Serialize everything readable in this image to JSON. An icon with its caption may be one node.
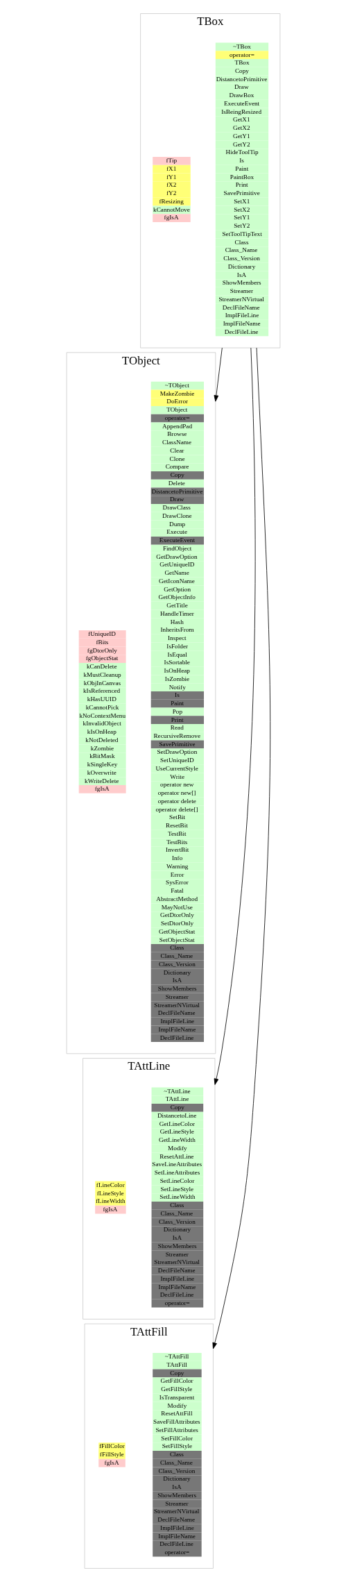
{
  "diagram": {
    "nodes": [
      {
        "text": [
          "TObject"
        ]
      },
      {
        "text": [
          "~TObject",
          "MakeZombie",
          "DoError",
          "TObject",
          "operator=",
          "AppendPad",
          "Browse",
          "ClassName",
          "Clear",
          "Clone",
          "Compare",
          "Copy",
          "Delete",
          "DistancetoPrimitive",
          "Draw",
          "DrawClass",
          "DrawClone",
          "Dump",
          "Execute",
          "ExecuteEvent",
          "FindObject",
          "GetDrawOption",
          "GetUniqueID",
          "GetName",
          "GetIconName",
          "GetOption",
          "GetObjectInfo",
          "GetTitle",
          "HandleTimer",
          "Hash",
          "InheritsFrom",
          "Inspect",
          "IsFolder",
          "IsEqual",
          "IsSortable",
          "IsOnHeap",
          "IsZombie",
          "Notify",
          "Is",
          "Paint",
          "Pop",
          "Print",
          "Read",
          "RecursiveRemove",
          "SavePrimitive",
          "SetDrawOption",
          "SetUniqueID",
          "UseCurrentStyle",
          "Write",
          "operator new",
          "operator new[]",
          "operator delete",
          "operator delete[]",
          "SetBit",
          "ResetBit",
          "TestBit",
          "TestBits",
          "InvertBit",
          "Info",
          "Warning",
          "Error",
          "SysError",
          "Fatal",
          "AbstractMethod",
          "MayNotUse",
          "GetDtorOnly",
          "SetDtorOnly",
          "GetObjectStat",
          "SetObjectStat",
          "Class",
          "Class_Name",
          "Class_Version",
          "Dictionary",
          "IsA",
          "ShowMembers",
          "Streamer",
          "StreamerNVirtual",
          "DeclFileName",
          "ImplFileLine",
          "ImplFileName",
          "DeclFileLine"
        ],
        "in": 0
      },
      {
        "text": [
          "fUniqueID",
          "fBits",
          "fgDtorOnly",
          "fgObjectStat",
          "kCanDelete",
          "kMustCleanup",
          "kObjInCanvas",
          "kIsReferenced",
          "kHasUUID",
          "kCannotPick",
          "kNoContextMenu",
          "kInvalidObject",
          "kIsOnHeap",
          "kNotDeleted",
          "kZombie",
          "kBitMask",
          "kSingleKey",
          "kOverwrite",
          "kWriteDelete",
          "fgIsA"
        ],
        "in": 0
      },
      {
        "text": [
          "TBox"
        ]
      },
      {
        "text": [
          "~TBox",
          "operator=",
          "TBox",
          "Copy",
          "DistancetoPrimitive",
          "Draw",
          "DrawBox",
          "ExecuteEvent",
          "IsBeingResized",
          "GetX1",
          "GetX2",
          "GetY1",
          "GetY2",
          "HideToolTip",
          "Is",
          "Paint",
          "PaintBox",
          "Print",
          "SavePrimitive",
          "SetX1",
          "SetX2",
          "SetY1",
          "SetY2",
          "SetToolTipText",
          "Class",
          "Class_Name",
          "Class_Version",
          "Dictionary",
          "IsA",
          "ShowMembers",
          "Streamer",
          "StreamerNVirtual",
          "DeclFileName",
          "ImplFileLine",
          "ImplFileName",
          "DeclFileLine"
        ],
        "in": 3
      },
      {
        "text": [
          "fTip",
          "fX1",
          "fY1",
          "fX2",
          "fY2",
          "fResizing",
          "kCannotMove",
          "fgIsA"
        ],
        "in": 3
      },
      {
        "text": [
          "TAttLine"
        ]
      },
      {
        "text": [
          "~TAttLine",
          "TAttLine",
          "Copy",
          "DistancetoLine",
          "GetLineColor",
          "GetLineStyle",
          "GetLineWidth",
          "Modify",
          "ResetAttLine",
          "SaveLineAttributes",
          "SetLineAttributes",
          "SetLineColor",
          "SetLineStyle",
          "SetLineWidth",
          "Class",
          "Class_Name",
          "Class_Version",
          "Dictionary",
          "IsA",
          "ShowMembers",
          "Streamer",
          "StreamerNVirtual",
          "DeclFileName",
          "ImplFileLine",
          "ImplFileName",
          "DeclFileLine",
          "operator="
        ],
        "in": 6
      },
      {
        "text": [
          "fLineColor",
          "fLineStyle",
          "fLineWidth",
          "fgIsA"
        ],
        "in": 6
      },
      {
        "text": [
          "TAttFill"
        ]
      },
      {
        "text": [
          "~TAttFill",
          "TAttFill",
          "Copy",
          "GetFillColor",
          "GetFillStyle",
          "IsTransparent",
          "Modify",
          "ResetAttFill",
          "SaveFillAttributes",
          "SetFillAttributes",
          "SetFillColor",
          "SetFillStyle",
          "Class",
          "Class_Name",
          "Class_Version",
          "Dictionary",
          "IsA",
          "ShowMembers",
          "Streamer",
          "StreamerNVirtual",
          "DeclFileName",
          "ImplFileLine",
          "ImplFileName",
          "DeclFileLine",
          "operator="
        ],
        "in": 9
      },
      {
        "text": [
          "fFillColor",
          "fFillStyle",
          "fgIsA"
        ],
        "in": 9
      }
    ],
    "edges": [
      {
        "from": 3,
        "to": 0,
        "arrow": "to"
      },
      {
        "from": 3,
        "to": 6,
        "arrow": "to"
      },
      {
        "from": 3,
        "to": 9,
        "arrow": "to"
      }
    ]
  }
}
